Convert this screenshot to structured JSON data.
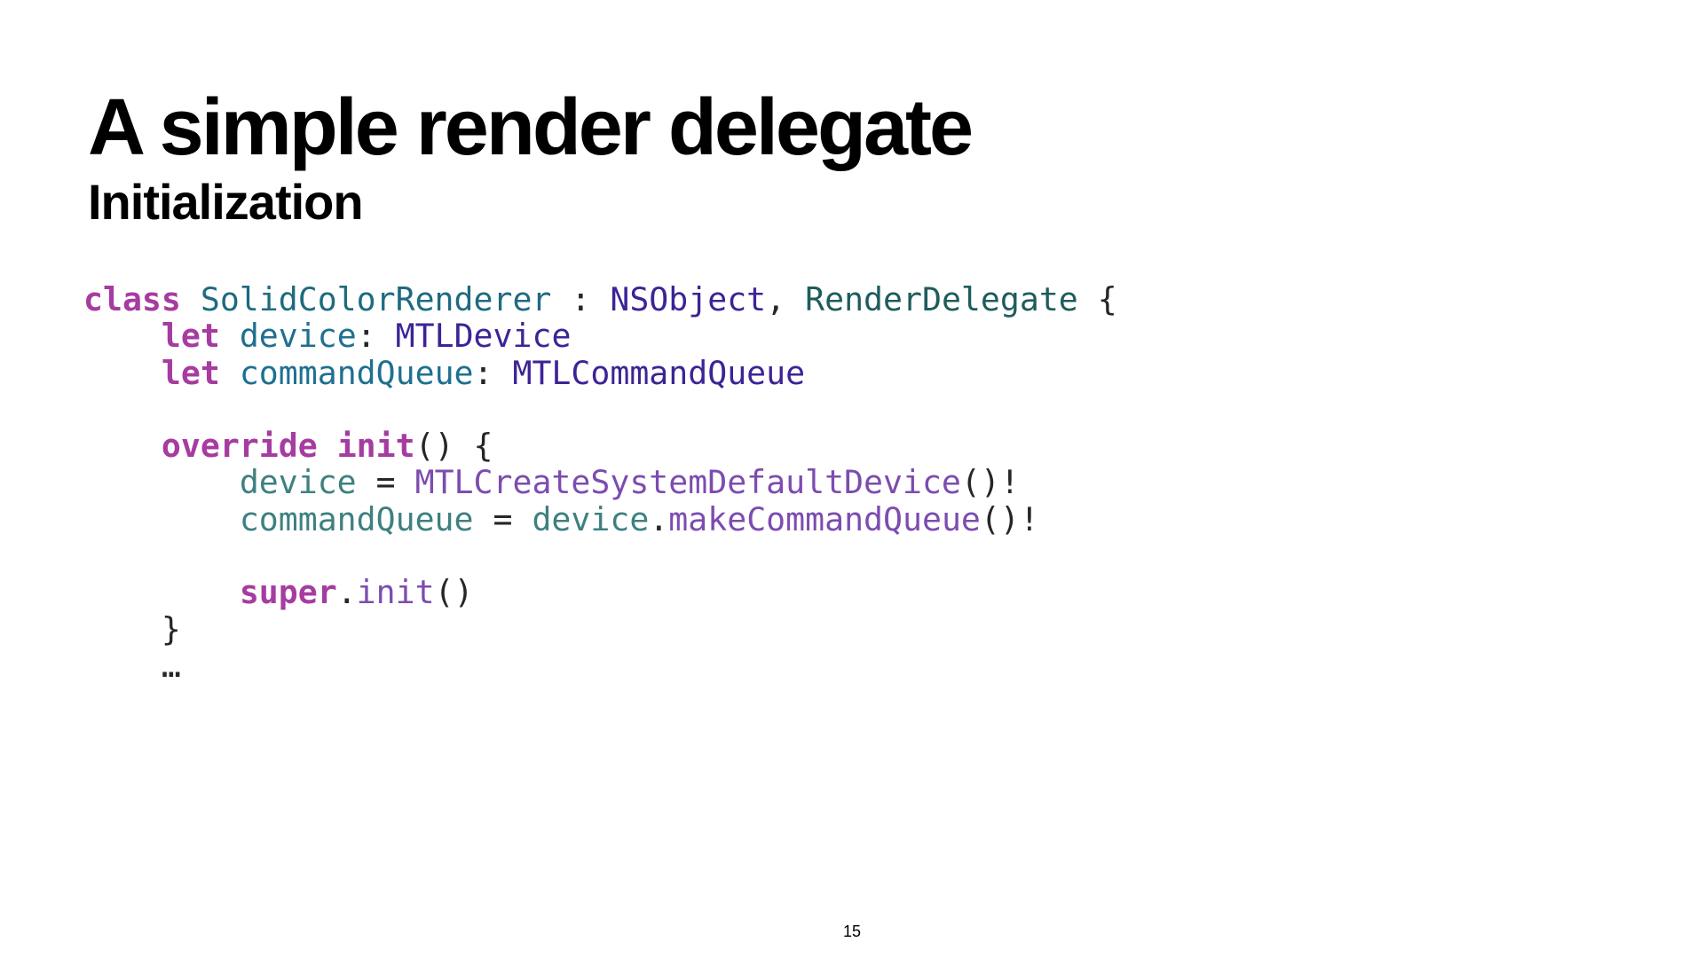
{
  "slide": {
    "title": "A simple render delegate",
    "subtitle": "Initialization",
    "page_number": "15"
  },
  "colors": {
    "keyword": "#A63CA0",
    "type_name": "#1E6B80",
    "protocol": "#1E5C5C",
    "builtin_type": "#3E2396",
    "property": "#1E7090",
    "variable": "#3E8080",
    "function": "#7C4CB0",
    "plain": "#262626"
  },
  "code": {
    "lines": [
      [
        {
          "text": "class",
          "role": "keyword"
        },
        {
          "text": " ",
          "role": "plain"
        },
        {
          "text": "SolidColorRenderer",
          "role": "type_name"
        },
        {
          "text": " : ",
          "role": "plain"
        },
        {
          "text": "NSObject",
          "role": "builtin_type"
        },
        {
          "text": ", ",
          "role": "plain"
        },
        {
          "text": "RenderDelegate",
          "role": "protocol"
        },
        {
          "text": " {",
          "role": "plain"
        }
      ],
      [
        {
          "text": "    ",
          "role": "plain"
        },
        {
          "text": "let",
          "role": "keyword"
        },
        {
          "text": " ",
          "role": "plain"
        },
        {
          "text": "device",
          "role": "property"
        },
        {
          "text": ": ",
          "role": "plain"
        },
        {
          "text": "MTLDevice",
          "role": "builtin_type"
        }
      ],
      [
        {
          "text": "    ",
          "role": "plain"
        },
        {
          "text": "let",
          "role": "keyword"
        },
        {
          "text": " ",
          "role": "plain"
        },
        {
          "text": "commandQueue",
          "role": "property"
        },
        {
          "text": ": ",
          "role": "plain"
        },
        {
          "text": "MTLCommandQueue",
          "role": "builtin_type"
        }
      ],
      [],
      [
        {
          "text": "    ",
          "role": "plain"
        },
        {
          "text": "override",
          "role": "keyword"
        },
        {
          "text": " ",
          "role": "plain"
        },
        {
          "text": "init",
          "role": "keyword"
        },
        {
          "text": "() {",
          "role": "plain"
        }
      ],
      [
        {
          "text": "        ",
          "role": "plain"
        },
        {
          "text": "device",
          "role": "variable"
        },
        {
          "text": " = ",
          "role": "plain"
        },
        {
          "text": "MTLCreateSystemDefaultDevice",
          "role": "function"
        },
        {
          "text": "()!",
          "role": "plain"
        }
      ],
      [
        {
          "text": "        ",
          "role": "plain"
        },
        {
          "text": "commandQueue",
          "role": "variable"
        },
        {
          "text": " = ",
          "role": "plain"
        },
        {
          "text": "device",
          "role": "variable"
        },
        {
          "text": ".",
          "role": "plain"
        },
        {
          "text": "makeCommandQueue",
          "role": "function"
        },
        {
          "text": "()!",
          "role": "plain"
        }
      ],
      [],
      [
        {
          "text": "        ",
          "role": "plain"
        },
        {
          "text": "super",
          "role": "keyword"
        },
        {
          "text": ".",
          "role": "plain"
        },
        {
          "text": "init",
          "role": "function"
        },
        {
          "text": "()",
          "role": "plain"
        }
      ],
      [
        {
          "text": "    }",
          "role": "plain"
        }
      ],
      [
        {
          "text": "    …",
          "role": "plain"
        }
      ]
    ]
  }
}
